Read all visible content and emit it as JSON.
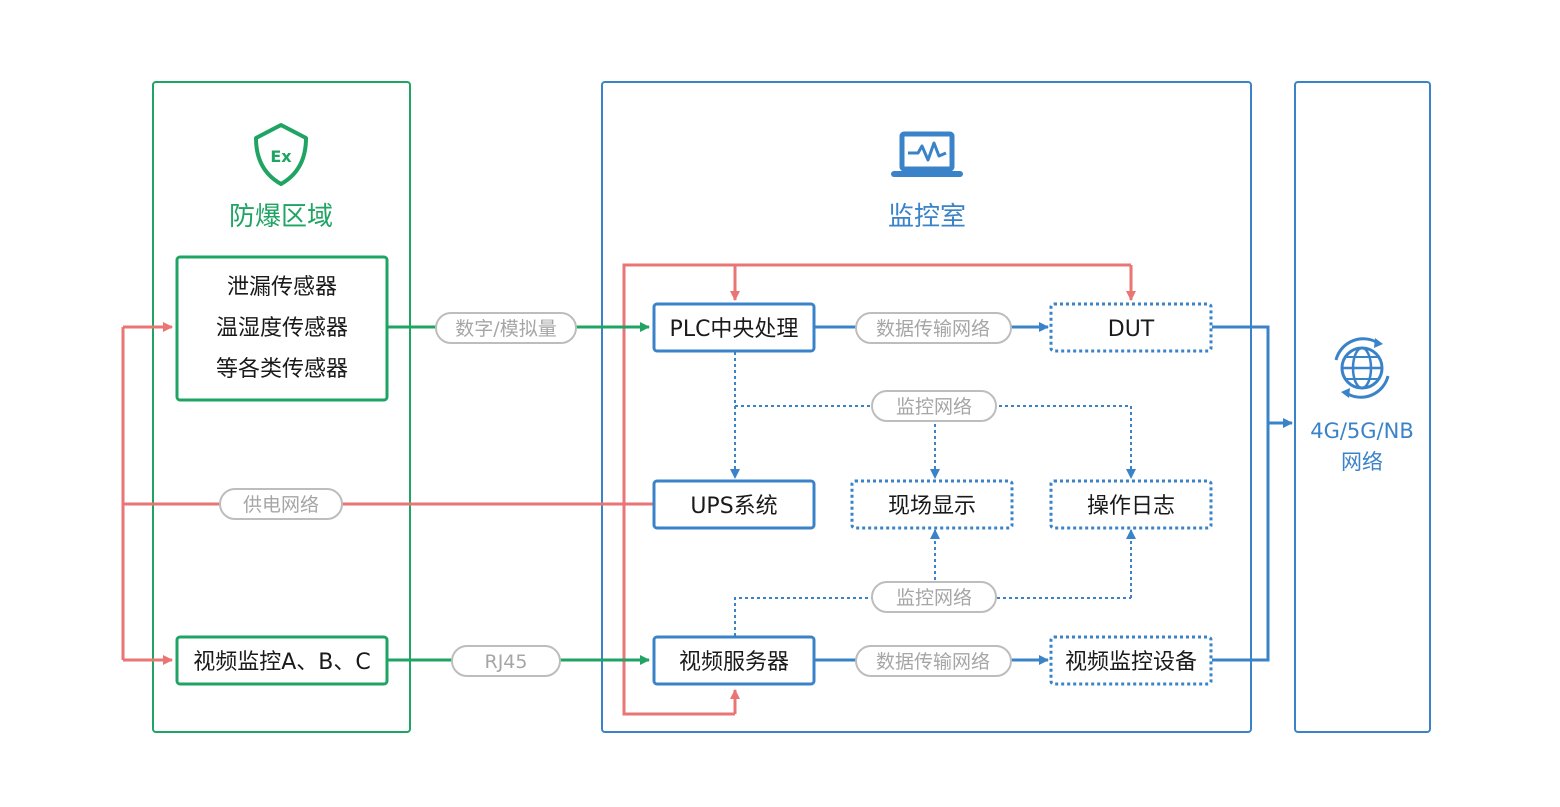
{
  "zones": {
    "explosion": {
      "title": "防爆区域",
      "icon": "ex-shield-icon"
    },
    "monitor": {
      "title": "监控室",
      "icon": "laptop-monitor-icon"
    },
    "network": {
      "line1": "4G/5G/NB",
      "line2": "网络",
      "icon": "globe-sync-icon"
    }
  },
  "nodes": {
    "sensors": [
      "泄漏传感器",
      "温湿度传感器",
      "等各类传感器"
    ],
    "video_monitor": "视频监控A、B、C",
    "plc": "PLC中央处理",
    "dut": "DUT",
    "ups": "UPS系统",
    "field_display": "现场显示",
    "operation_log": "操作日志",
    "video_server": "视频服务器",
    "video_device": "视频监控设备"
  },
  "edge_labels": {
    "digital_analog": "数字/模拟量",
    "data_net_top": "数据传输网络",
    "monitor_net_top": "监控网络",
    "power_net": "供电网络",
    "monitor_net_bottom": "监控网络",
    "rj45": "RJ45",
    "data_net_bottom": "数据传输网络"
  },
  "colors": {
    "green": "#1fa463",
    "blue": "#3a83c8",
    "red": "#ea7575",
    "grey": "#a6a6a6"
  }
}
